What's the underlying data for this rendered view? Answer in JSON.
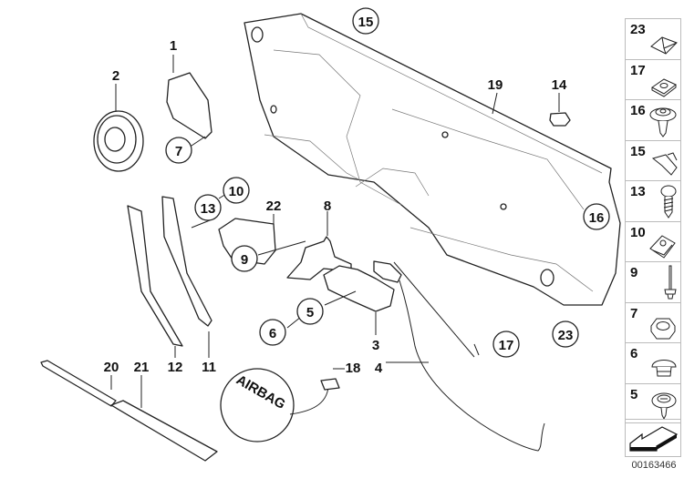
{
  "diagram": {
    "callouts": {
      "c1": "1",
      "c2": "2",
      "c7": "7",
      "c15": "15",
      "c19": "19",
      "c14": "14",
      "c10": "10",
      "c13": "13",
      "c22": "22",
      "c8": "8",
      "c9": "9",
      "c16": "16",
      "c5": "5",
      "c6": "6",
      "c3": "3",
      "c17": "17",
      "c23": "23",
      "c4": "4",
      "c18": "18",
      "c20": "20",
      "c21": "21",
      "c12": "12",
      "c11": "11"
    },
    "airbag_label": "AIRBAG"
  },
  "legend": {
    "items": [
      {
        "number": "23",
        "icon": "rubber-buffer-icon"
      },
      {
        "number": "17",
        "icon": "clip-nut-icon"
      },
      {
        "number": "16",
        "icon": "expanding-rivet-icon"
      },
      {
        "number": "15",
        "icon": "clip-icon"
      },
      {
        "number": "13",
        "icon": "screw-icon"
      },
      {
        "number": "10",
        "icon": "spring-nut-icon"
      },
      {
        "number": "9",
        "icon": "blind-rivet-icon"
      },
      {
        "number": "7",
        "icon": "hex-nut-icon"
      },
      {
        "number": "6",
        "icon": "plug-icon"
      },
      {
        "number": "5",
        "icon": "expanding-rivet-icon"
      }
    ],
    "nav_icon": "arrow-left-icon"
  },
  "document_id": "00163466"
}
